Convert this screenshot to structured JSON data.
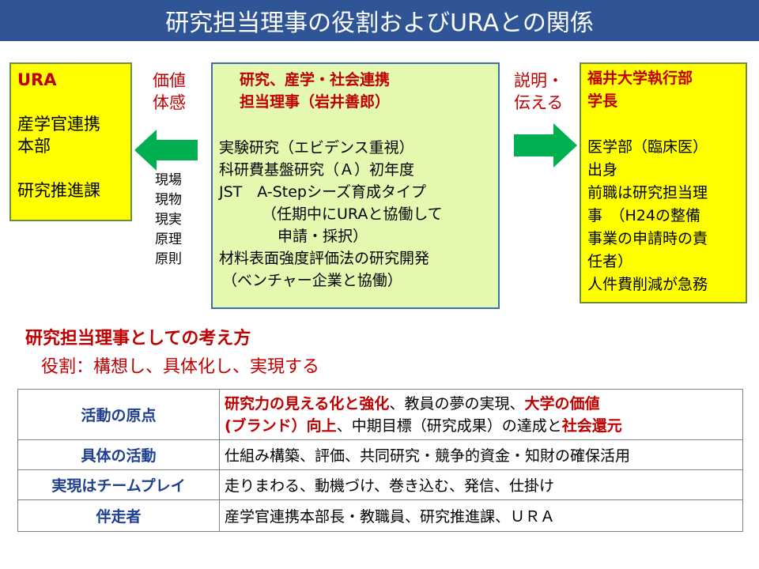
{
  "title": "研究担当理事の役割およびURAとの関係",
  "ura_box": {
    "heading": "URA",
    "line1": "産学官連携",
    "line2": "本部",
    "line3": "研究推進課"
  },
  "left_label": {
    "line1": "価値",
    "line2": "体感"
  },
  "left_list": [
    "現場",
    "現物",
    "現実",
    "原理",
    "原則"
  ],
  "center_box": {
    "heading1": "研究、産学・社会連携",
    "heading2": "担当理事（岩井善郎）",
    "items": [
      "実験研究（エビデンス重視）",
      "科研費基盤研究（Ａ）初年度",
      "JST　A-Stepシーズ育成タイプ",
      "（任期中にURAと協働して",
      "申請・採択）",
      "材料表面強度評価法の研究開発",
      "（ベンチャー企業と協働）"
    ]
  },
  "right_label": {
    "line1": "説明・",
    "line2": "伝える"
  },
  "right_box": {
    "heading1": "福井大学執行部",
    "heading2": "学長",
    "lines": [
      "医学部（臨床医）",
      "出身",
      "前職は研究担当理",
      "事　（H24の整備",
      "事業の申請時の責",
      "任者）",
      "人件費削減が急務"
    ]
  },
  "heading": "研究担当理事としての考え方",
  "subheading": "役割：構想し、具体化し、実現する",
  "table": [
    {
      "key": "活動の原点",
      "line1": {
        "p1": "研究力の見える化と強化",
        "p2": "、教員の夢の実現、",
        "p3": "大学の価値"
      },
      "line2": {
        "p1": "(ブランド）向上",
        "p2": "、中期目標（研究成果）の達成と",
        "p3": "社会還元"
      }
    },
    {
      "key": "具体の活動",
      "value": "仕組み構築、評価、共同研究・競争的資金・知財の確保活用"
    },
    {
      "key": "実現はチームプレイ",
      "value": "走りまわる、動機づけ、巻き込む、発信、仕掛け"
    },
    {
      "key": "伴走者",
      "value": "産学官連携本部長・教職員、研究推進課、ＵＲＡ"
    }
  ],
  "colors": {
    "title_bg": "#2f5597",
    "accent_red": "#c00000",
    "arrow_green": "#00b050",
    "box_yellow": "#ffff00",
    "box_green": "#e4f8b0",
    "table_key_blue": "#1f3f8f"
  }
}
